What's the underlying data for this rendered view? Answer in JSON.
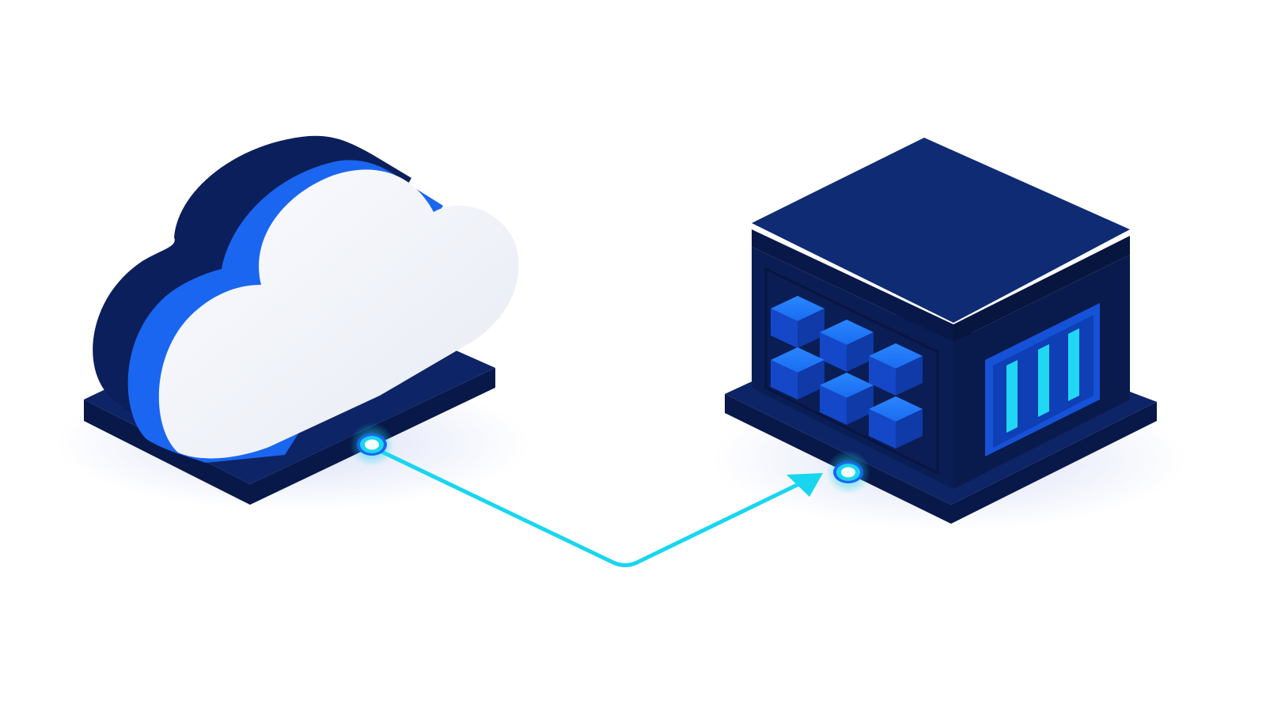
{
  "diagram": {
    "nodes": [
      {
        "id": "cloud",
        "icon": "cloud-icon"
      },
      {
        "id": "server",
        "icon": "server-icon"
      }
    ],
    "edges": [
      {
        "from": "cloud",
        "to": "server",
        "directed": true
      }
    ]
  },
  "colors": {
    "background": "#ffffff",
    "navy": "#0b1f5c",
    "navy_dark": "#081848",
    "accent_blue": "#1a66f0",
    "cyan": "#19d6ee",
    "cloud_white": "#f2f4f9"
  }
}
